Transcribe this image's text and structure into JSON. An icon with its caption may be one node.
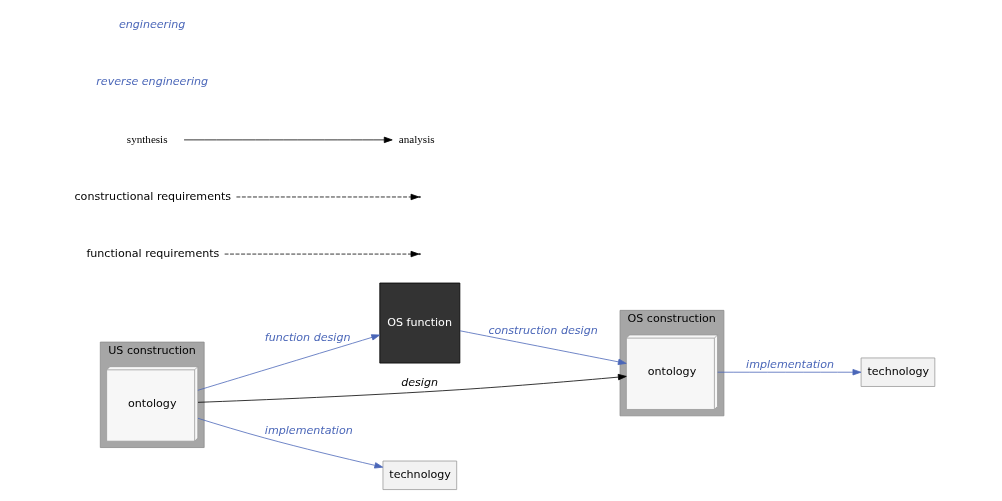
{
  "diagram": {
    "nodes": [
      {
        "text": [
          "US construction"
        ]
      },
      {
        "text": [
          "ontology"
        ],
        "in": 0
      },
      {
        "text": [
          "OS function"
        ]
      },
      {
        "text": [
          "OS construction"
        ]
      },
      {
        "text": [
          "ontology"
        ],
        "in": 3
      },
      {
        "text": [
          "technology"
        ]
      },
      {
        "text": [
          "technology"
        ]
      },
      {
        "text": [
          "functional requirements"
        ]
      },
      {
        "text": [
          "constructional requirements"
        ]
      },
      {
        "text": [
          "analysis"
        ]
      },
      {
        "text": [
          "synthesis"
        ]
      }
    ],
    "edges": [
      {
        "from": 1,
        "to": 4,
        "arrow": "to",
        "label": "design"
      },
      {
        "from": 10,
        "to": 9,
        "arrow": "to"
      },
      {
        "from": 1,
        "to": 2,
        "arrow": "to",
        "label": "function design",
        "color": "#4a66b8"
      },
      {
        "from": 2,
        "to": 4,
        "arrow": "to",
        "label": "construction design",
        "color": "#4a66b8"
      },
      {
        "from": 7,
        "to": null,
        "arrow": "to",
        "style": "dashed"
      },
      {
        "from": 8,
        "to": null,
        "arrow": "to",
        "style": "dashed"
      },
      {
        "from": 1,
        "to": 5,
        "arrow": "to",
        "label": "implementation",
        "color": "#4a66b8"
      },
      {
        "from": 4,
        "to": 6,
        "arrow": "to",
        "label": "implementation",
        "color": "#4a66b8"
      }
    ],
    "labels": [
      "reverse engineering",
      "engineering"
    ]
  }
}
